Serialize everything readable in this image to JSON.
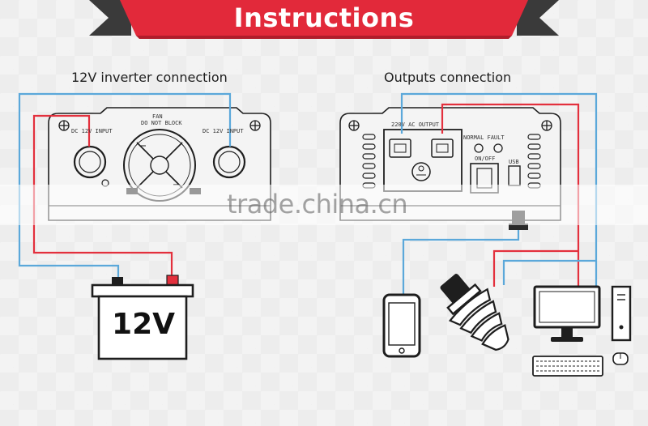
{
  "header": {
    "title": "Instructions"
  },
  "left_section": {
    "title": "12V inverter connection",
    "panel": {
      "fan_label": "FAN",
      "fan_warning": "DO NOT BLOCK",
      "input_left_label": "DC 12V INPUT",
      "input_right_label": "DC 12V INPUT"
    },
    "battery_label": "12V"
  },
  "right_section": {
    "title": "Outputs connection",
    "panel": {
      "output_label": "220V AC OUTPUT",
      "status_label": "NORMAL FAULT",
      "switch_label": "ON/OFF",
      "usb_label": "USB"
    },
    "devices": [
      "smartphone",
      "light bulb",
      "desktop computer"
    ]
  },
  "watermark": "trade.china.cn",
  "colors": {
    "banner_red": "#e2293a",
    "banner_dark": "#3a3a3a",
    "wire_red": "#e3303d",
    "wire_blue": "#5ba8da",
    "line": "#1e1e1e",
    "background": "#ededed"
  }
}
